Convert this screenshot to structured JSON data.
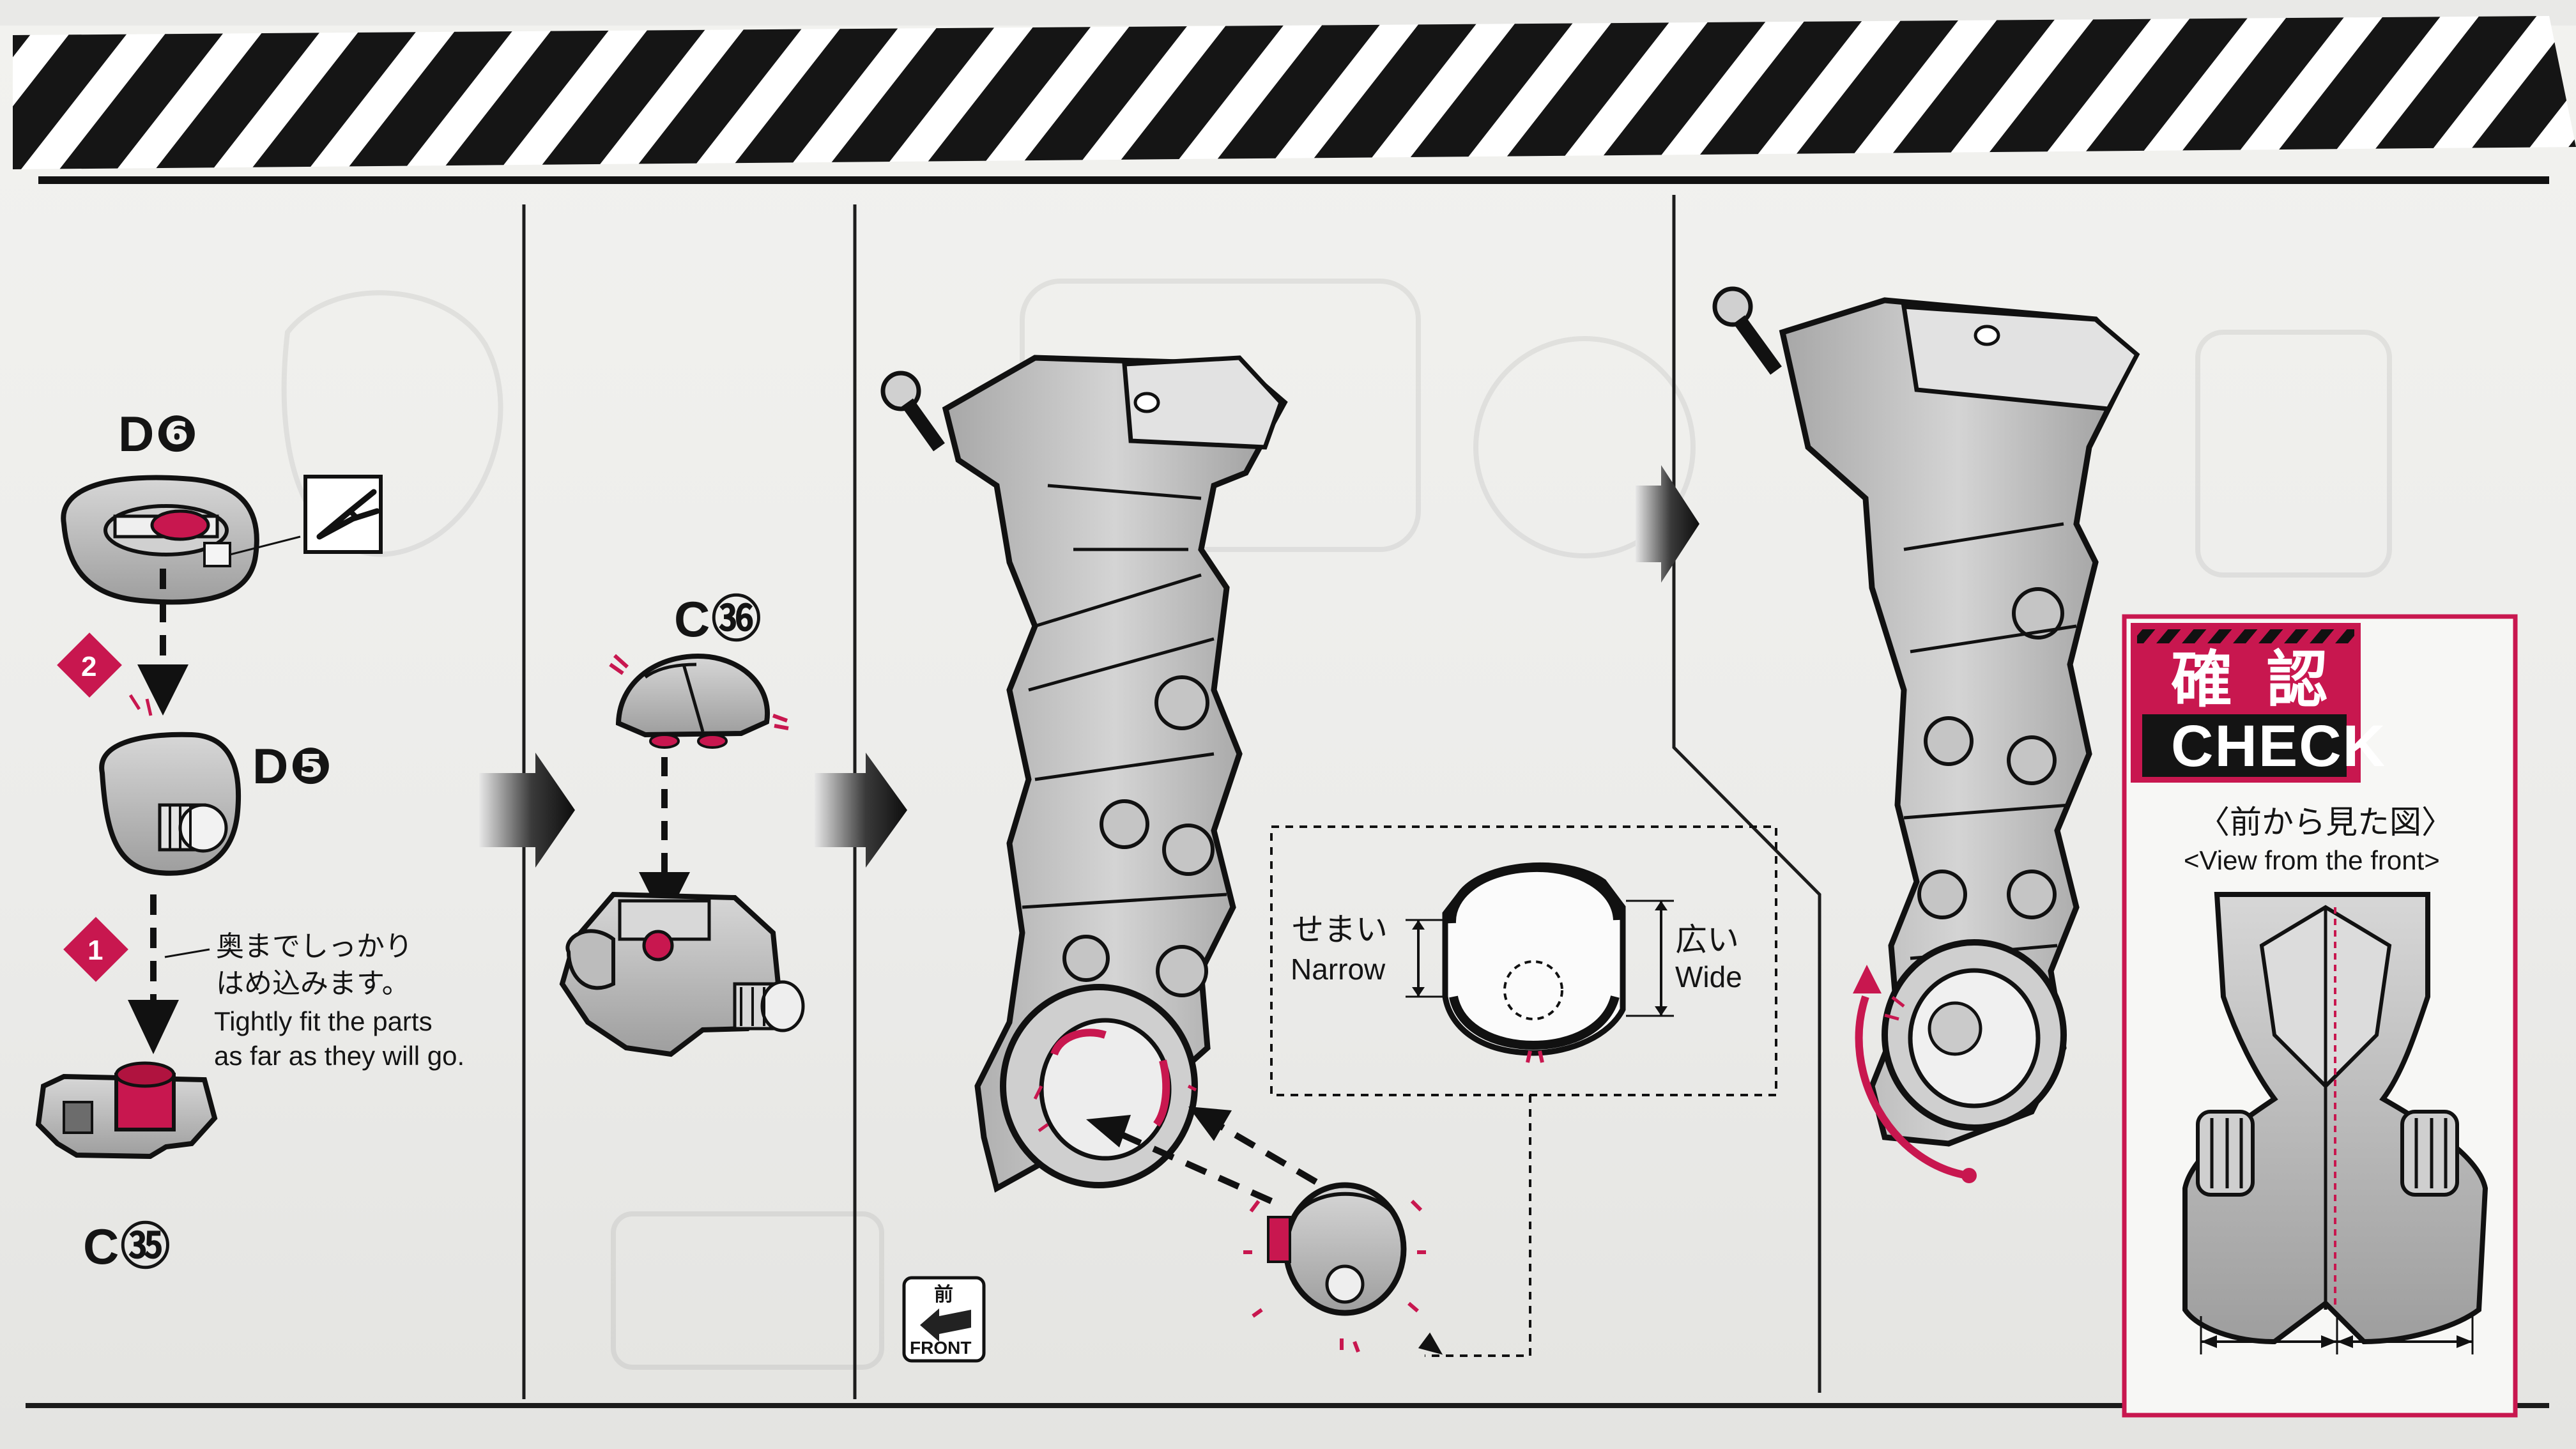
{
  "step1": {
    "part_d6": "D❻",
    "part_d5": "D❺",
    "part_c35": "C㉟",
    "order_first": "1",
    "order_second": "2",
    "note_jp_line1": "奥までしっかり",
    "note_jp_line2": "はめ込みます。",
    "note_en_line1": "Tightly fit the parts",
    "note_en_line2": "as far as they will go."
  },
  "step2": {
    "part_c36": "C㊱"
  },
  "step3": {
    "front_badge_jp": "前",
    "front_badge_en": "FRONT",
    "narrow_jp": "せまい",
    "narrow_en": "Narrow",
    "wide_jp": "広い",
    "wide_en": "Wide"
  },
  "check": {
    "title_jp": "確 認",
    "title_en": "CHECK",
    "caption_jp": "〈前から見た図〉",
    "caption_en": "<View from the front>"
  },
  "colors": {
    "accent_magenta": "#c8174f",
    "ink": "#141414",
    "part_gray": "#bdbdbd",
    "paper": "#efefec"
  },
  "icons": [
    "nipper-cutter-icon",
    "arrow-right-icon",
    "front-direction-icon",
    "order-diamond-icon"
  ]
}
